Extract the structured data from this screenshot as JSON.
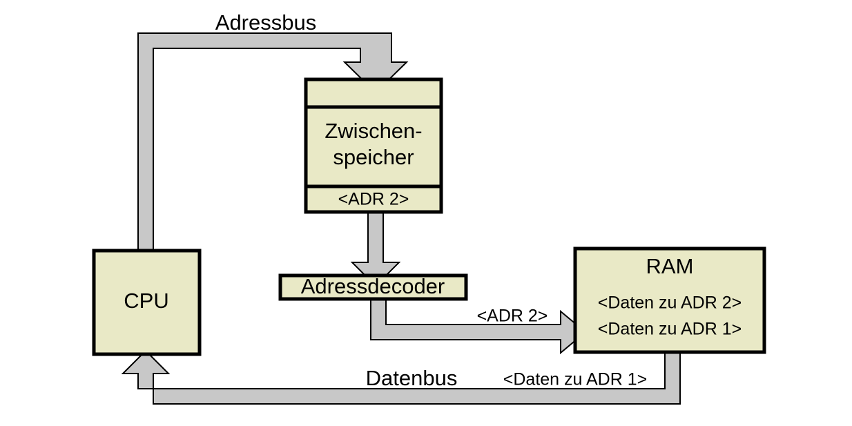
{
  "diagram": {
    "title": "Adressbus / Datenbus Speicherzugriff",
    "colors": {
      "box_fill": "#e9e9c6",
      "box_stroke": "#000000",
      "bus_fill": "#c8c8c8",
      "bus_stroke": "#000000",
      "background": "#ffffff"
    }
  },
  "nodes": {
    "cpu": {
      "label": "CPU"
    },
    "zwischenspeicher": {
      "top_section_label": "",
      "label_line1": "Zwischen-",
      "label_line2": "speicher",
      "bottom_section_label": "<ADR 2>"
    },
    "adressdecoder": {
      "label": "Adressdecoder"
    },
    "ram": {
      "title": "RAM",
      "row1": "<Daten zu ADR 2>",
      "row2": "<Daten zu ADR 1>"
    }
  },
  "buses": {
    "adressbus": {
      "label": "Adressbus"
    },
    "datenbus": {
      "label": "Datenbus",
      "payload": "<Daten zu ADR 1>"
    },
    "decoder_to_ram": {
      "label": "<ADR 2>"
    }
  }
}
